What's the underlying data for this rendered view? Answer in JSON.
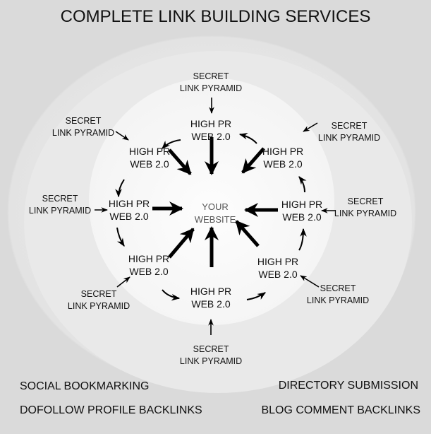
{
  "title": "COMPLETE LINK BUILDING SERVICES",
  "center": {
    "line1": "YOUR",
    "line2": "WEBSITE"
  },
  "web20_nodes": [
    {
      "id": "top",
      "line1": "HIGH PR",
      "line2": "WEB 2.0"
    },
    {
      "id": "top-right",
      "line1": "HIGH PR",
      "line2": "WEB 2.0"
    },
    {
      "id": "right",
      "line1": "HIGH PR",
      "line2": "WEB 2.0"
    },
    {
      "id": "bottom-right",
      "line1": "HIGH PR",
      "line2": "WEB 2.0"
    },
    {
      "id": "bottom",
      "line1": "HIGH PR",
      "line2": "WEB 2.0"
    },
    {
      "id": "bottom-left",
      "line1": "HIGH PR",
      "line2": "WEB 2.0"
    },
    {
      "id": "left",
      "line1": "HIGH PR",
      "line2": "WEB 2.0"
    },
    {
      "id": "top-left",
      "line1": "HIGH PR",
      "line2": "WEB 2.0"
    }
  ],
  "pyramid_nodes": [
    {
      "id": "top",
      "line1": "SECRET",
      "line2": "LINK PYRAMID"
    },
    {
      "id": "top-right",
      "line1": "SECRET",
      "line2": "LINK PYRAMID"
    },
    {
      "id": "right",
      "line1": "SECRET",
      "line2": "LINK PYRAMID"
    },
    {
      "id": "bottom-right",
      "line1": "SECRET",
      "line2": "LINK PYRAMID"
    },
    {
      "id": "bottom",
      "line1": "SECRET",
      "line2": "LINK PYRAMID"
    },
    {
      "id": "bottom-left",
      "line1": "SECRET",
      "line2": "LINK PYRAMID"
    },
    {
      "id": "left",
      "line1": "SECRET",
      "line2": "LINK PYRAMID"
    },
    {
      "id": "top-left",
      "line1": "SECRET",
      "line2": "LINK PYRAMID"
    }
  ],
  "footer": {
    "left_top": "SOCIAL BOOKMARKING",
    "left_bottom": "DOFOLLOW PROFILE BACKLINKS",
    "right_top": "DIRECTORY SUBMISSION",
    "right_bottom": "BLOG COMMENT BACKLINKS"
  }
}
